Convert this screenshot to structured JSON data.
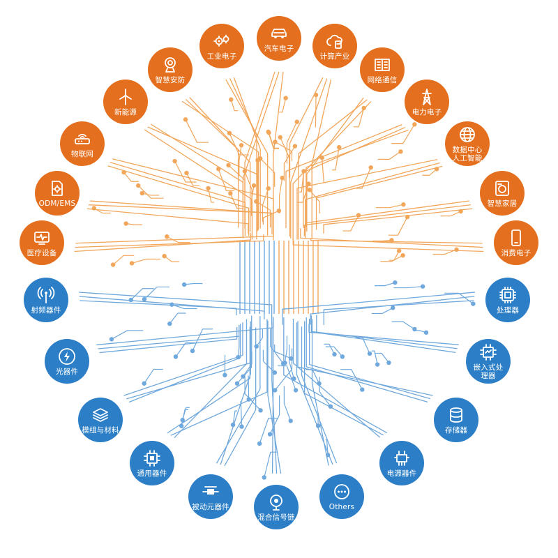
{
  "colors": {
    "orange": "#e4701f",
    "blue": "#2c7fc7",
    "orange_trace": "#f2a65a",
    "blue_trace": "#6fa8dc"
  },
  "applications": [
    {
      "id": "medical",
      "label": "医疗设备",
      "icon": "monitor-icon"
    },
    {
      "id": "odm",
      "label": "ODM/EMS",
      "icon": "document-gear-icon"
    },
    {
      "id": "iot",
      "label": "物联网",
      "icon": "router-icon"
    },
    {
      "id": "new-energy",
      "label": "新能源",
      "icon": "wind-turbine-icon"
    },
    {
      "id": "smart-security",
      "label": "智慧安防",
      "icon": "webcam-icon"
    },
    {
      "id": "industrial",
      "label": "工业电子",
      "icon": "gears-icon"
    },
    {
      "id": "automotive",
      "label": "汽车电子",
      "icon": "car-icon"
    },
    {
      "id": "computing",
      "label": "计算产业",
      "icon": "cloud-server-icon"
    },
    {
      "id": "network",
      "label": "网络通信",
      "icon": "network-panel-icon"
    },
    {
      "id": "power",
      "label": "电力电子",
      "icon": "power-tower-icon"
    },
    {
      "id": "datacenter-ai",
      "label": "数据中心\n人工智能",
      "icon": "globe-icon"
    },
    {
      "id": "smart-home",
      "label": "智慧家居",
      "icon": "washing-machine-icon"
    },
    {
      "id": "consumer",
      "label": "消费电子",
      "icon": "smartphone-icon"
    }
  ],
  "components": [
    {
      "id": "rf",
      "label": "射频器件",
      "icon": "antenna-icon"
    },
    {
      "id": "optical",
      "label": "光器件",
      "icon": "bolt-icon"
    },
    {
      "id": "modules-materials",
      "label": "模组与材料",
      "icon": "layers-icon"
    },
    {
      "id": "general",
      "label": "通用器件",
      "icon": "chip-icon"
    },
    {
      "id": "passive",
      "label": "被动元器件",
      "icon": "resistor-icon"
    },
    {
      "id": "mixed-signal",
      "label": "混合信号链",
      "icon": "signal-icon"
    },
    {
      "id": "others",
      "label": "Others",
      "icon": "more-icon"
    },
    {
      "id": "power-devices",
      "label": "电源器件",
      "icon": "power-module-icon"
    },
    {
      "id": "storage",
      "label": "存储器",
      "icon": "database-icon"
    },
    {
      "id": "embedded",
      "label": "嵌入式处\n理器",
      "icon": "embedded-chip-icon"
    },
    {
      "id": "processor",
      "label": "处理器",
      "icon": "cpu-icon"
    }
  ]
}
